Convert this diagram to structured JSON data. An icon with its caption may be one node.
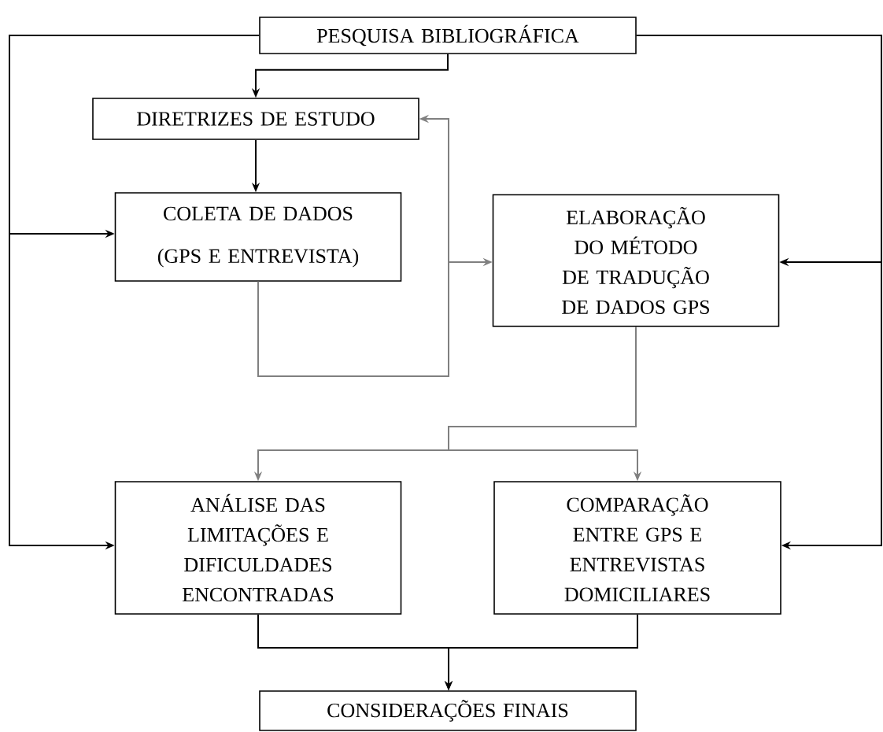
{
  "diagram": {
    "nodes": [
      {
        "text": [
          "PESQUISA BIBLIOGRÁFICA"
        ]
      },
      {
        "text": [
          "DIRETRIZES DE ESTUDO"
        ]
      },
      {
        "text": [
          "COLETA DE DADOS (GPS E ENTREVISTA)"
        ]
      },
      {
        "text": [
          "ELABORAÇÃO DO MÉTODO DE TRADUÇÃO DE DADOS GPS"
        ]
      },
      {
        "text": [
          "ANÁLISE DAS LIMITAÇÕES E DIFICULDADES ENCONTRADAS"
        ]
      },
      {
        "text": [
          "COMPARAÇÃO ENTRE GPS E ENTREVISTAS DOMICILIARES"
        ]
      },
      {
        "text": [
          "CONSIDERAÇÕES FINAIS"
        ]
      }
    ],
    "edges": [
      {
        "from": 0,
        "to": 1,
        "arrow": "to"
      },
      {
        "from": 1,
        "to": 2,
        "arrow": "to"
      },
      {
        "from": 2,
        "to": 1,
        "arrow": "to",
        "color": "#808080"
      },
      {
        "from": 2,
        "to": 3,
        "arrow": "to",
        "color": "#808080"
      },
      {
        "from": 0,
        "to": 2,
        "arrow": "to"
      },
      {
        "from": 0,
        "to": 4,
        "arrow": "to"
      },
      {
        "from": 0,
        "to": 3,
        "arrow": "to"
      },
      {
        "from": 0,
        "to": 5,
        "arrow": "to"
      },
      {
        "from": 3,
        "to": 4,
        "arrow": "to",
        "color": "#808080"
      },
      {
        "from": 3,
        "to": 5,
        "arrow": "to",
        "color": "#808080"
      },
      {
        "from": 4,
        "to": 6,
        "arrow": "to"
      },
      {
        "from": 5,
        "to": 6,
        "arrow": "to"
      }
    ]
  }
}
